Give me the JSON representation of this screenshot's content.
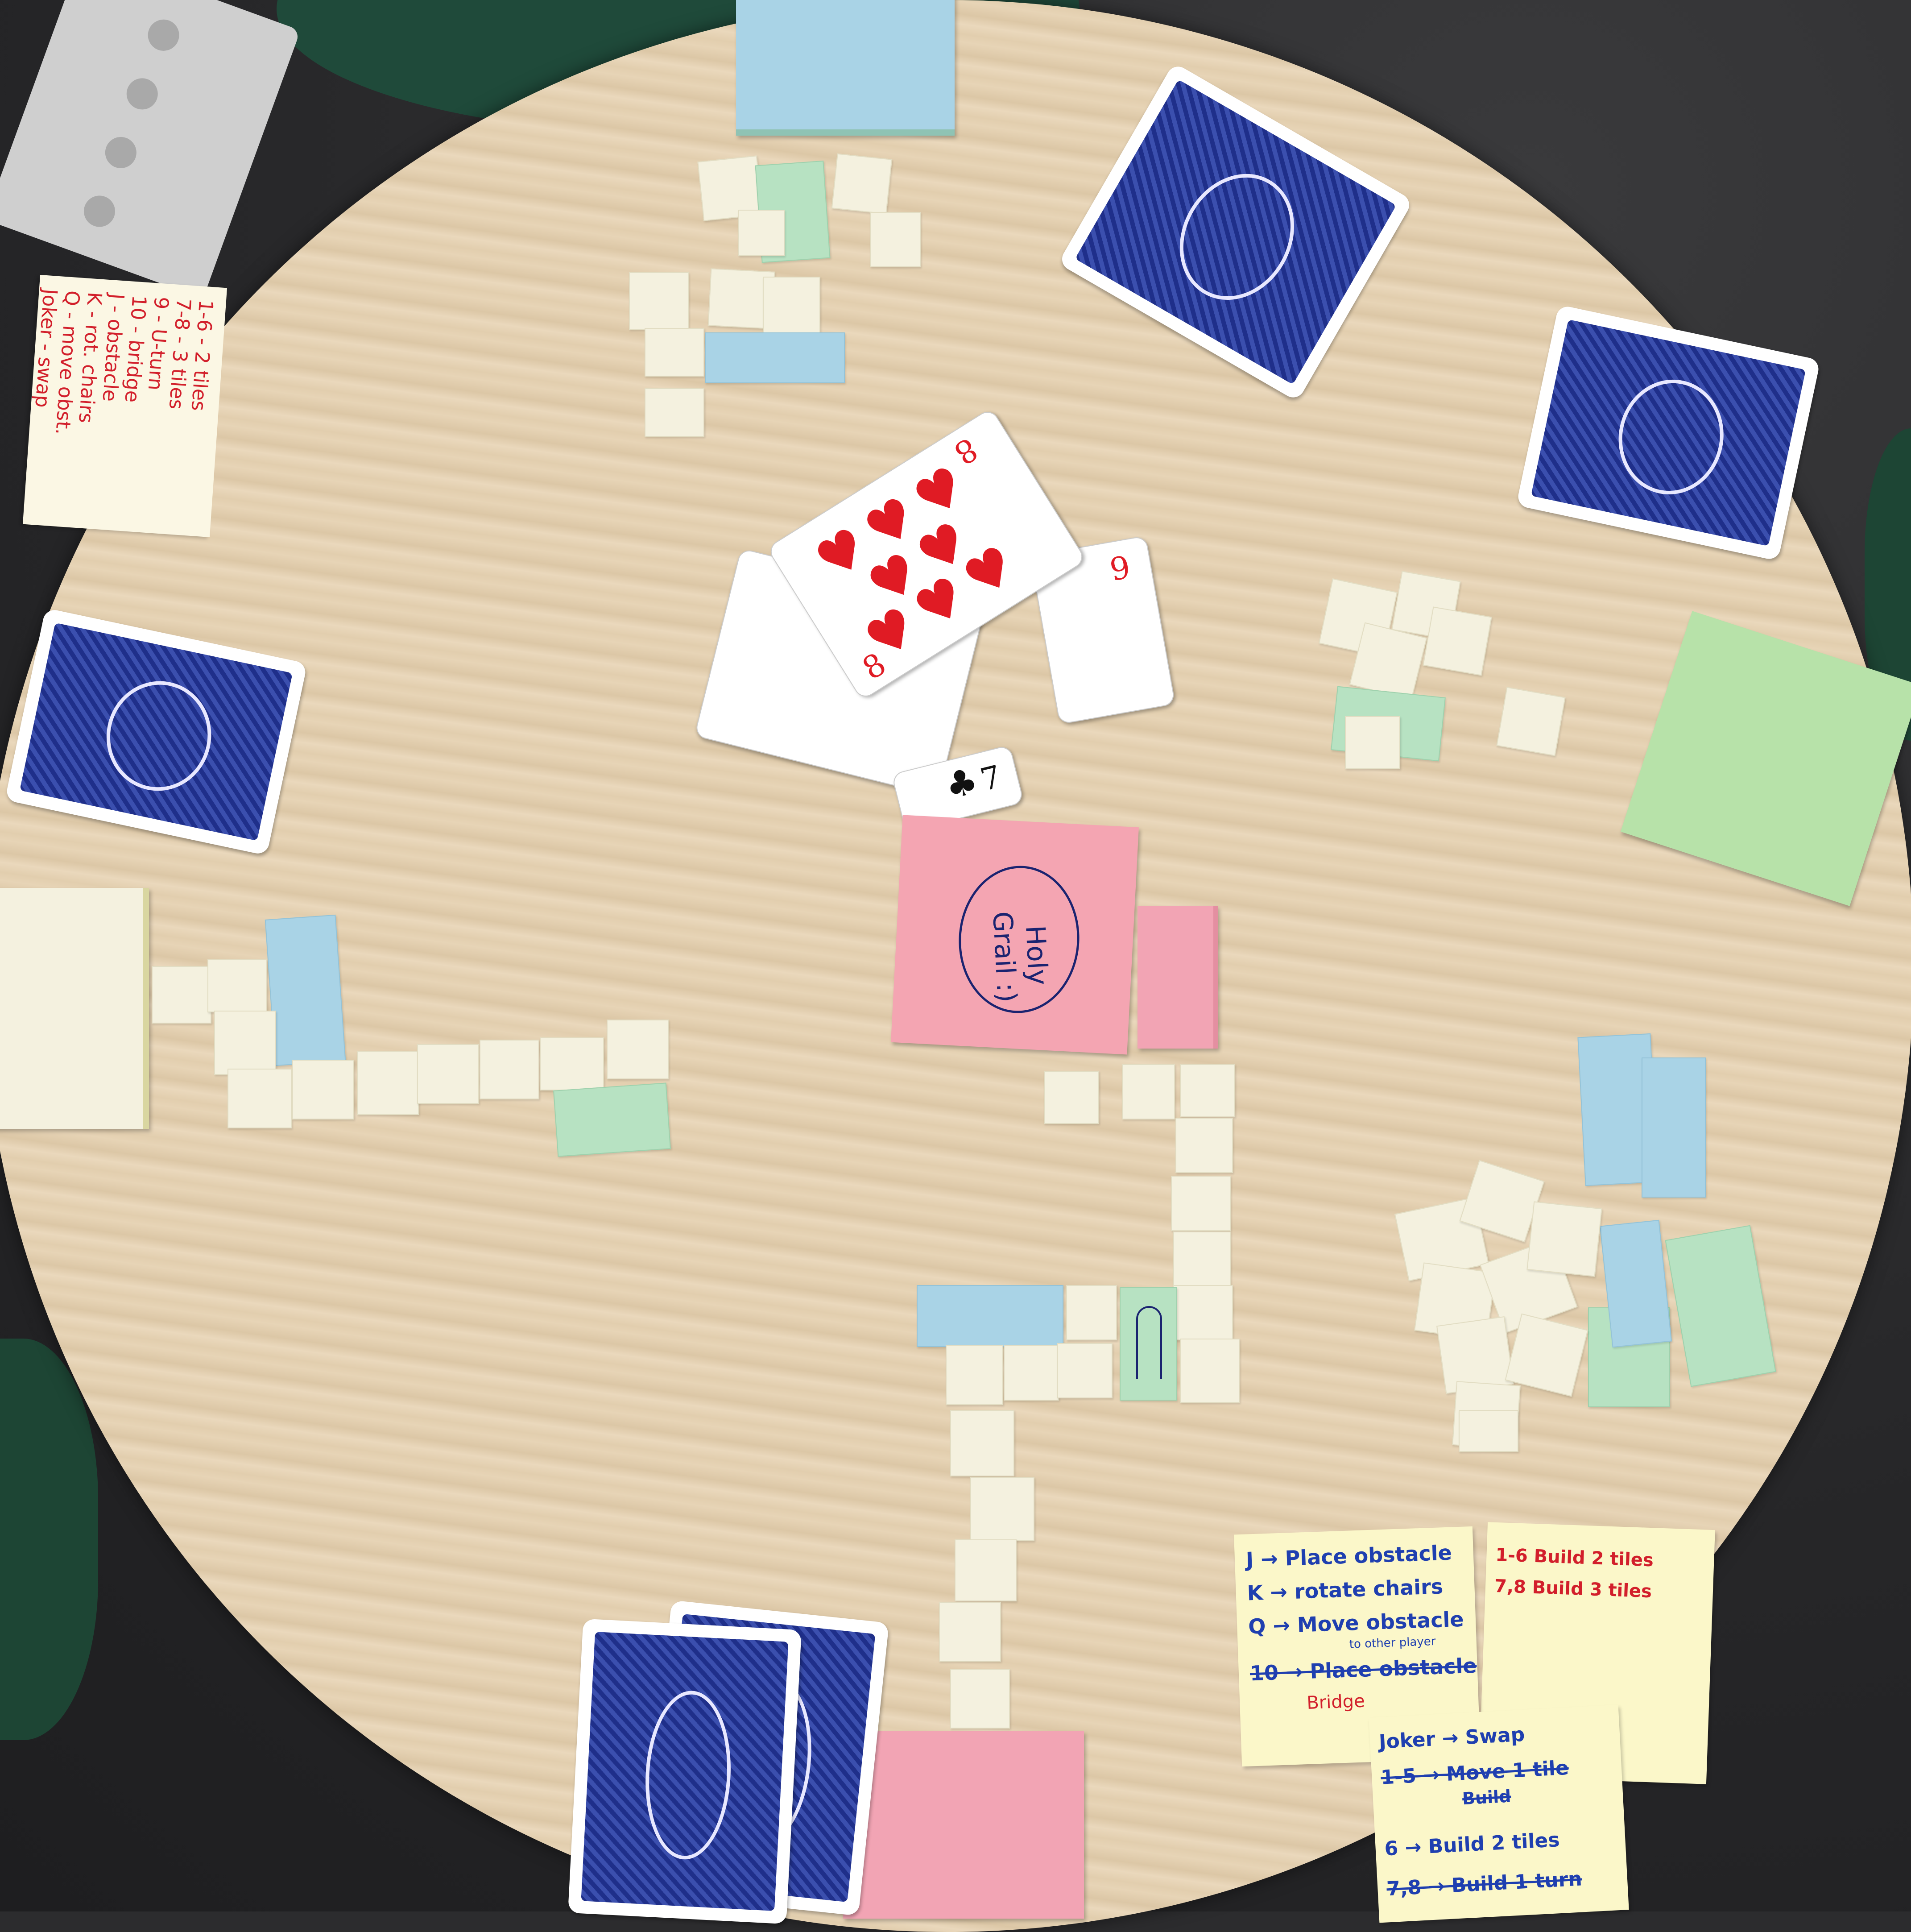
{
  "rules_note_left": {
    "lines": [
      "1-6 - 2 tiles",
      "7-8 - 3 tiles",
      "9 - U-turn",
      "10 - bridge",
      "J - obstacle",
      "K - rot. chairs",
      "Q - move obst.",
      "Joker - swap"
    ]
  },
  "center_pink_note": {
    "text_line1": "Holy",
    "text_line2": "Grail :)"
  },
  "center_card": {
    "rank": "8",
    "suit_symbol": "♥",
    "under_rank": "9",
    "club_rank": "7",
    "club_symbol": "♣"
  },
  "rules_note_right_a": {
    "lines": [
      "J → Place obstacle",
      "K → rotate chairs",
      "Q → Move obstacle",
      "to other player",
      "10 → Place obstacle",
      "Bridge"
    ]
  },
  "rules_note_right_b": {
    "lines": [
      "1-6 Build 2 tiles",
      "7,8 Build 3 tiles"
    ]
  },
  "rules_note_right_c": {
    "lines": [
      "Joker → Swap",
      "1-5 → Move 1 tile",
      "Build",
      "6 → Build 2 tiles",
      "7,8 → Build 1 turn"
    ]
  },
  "colors": {
    "table": "#e7d4b6",
    "card_back": "#1f2f8a",
    "heart": "#e01b24",
    "ink_blue": "#1f3fb0",
    "ink_red": "#d21f2b"
  }
}
